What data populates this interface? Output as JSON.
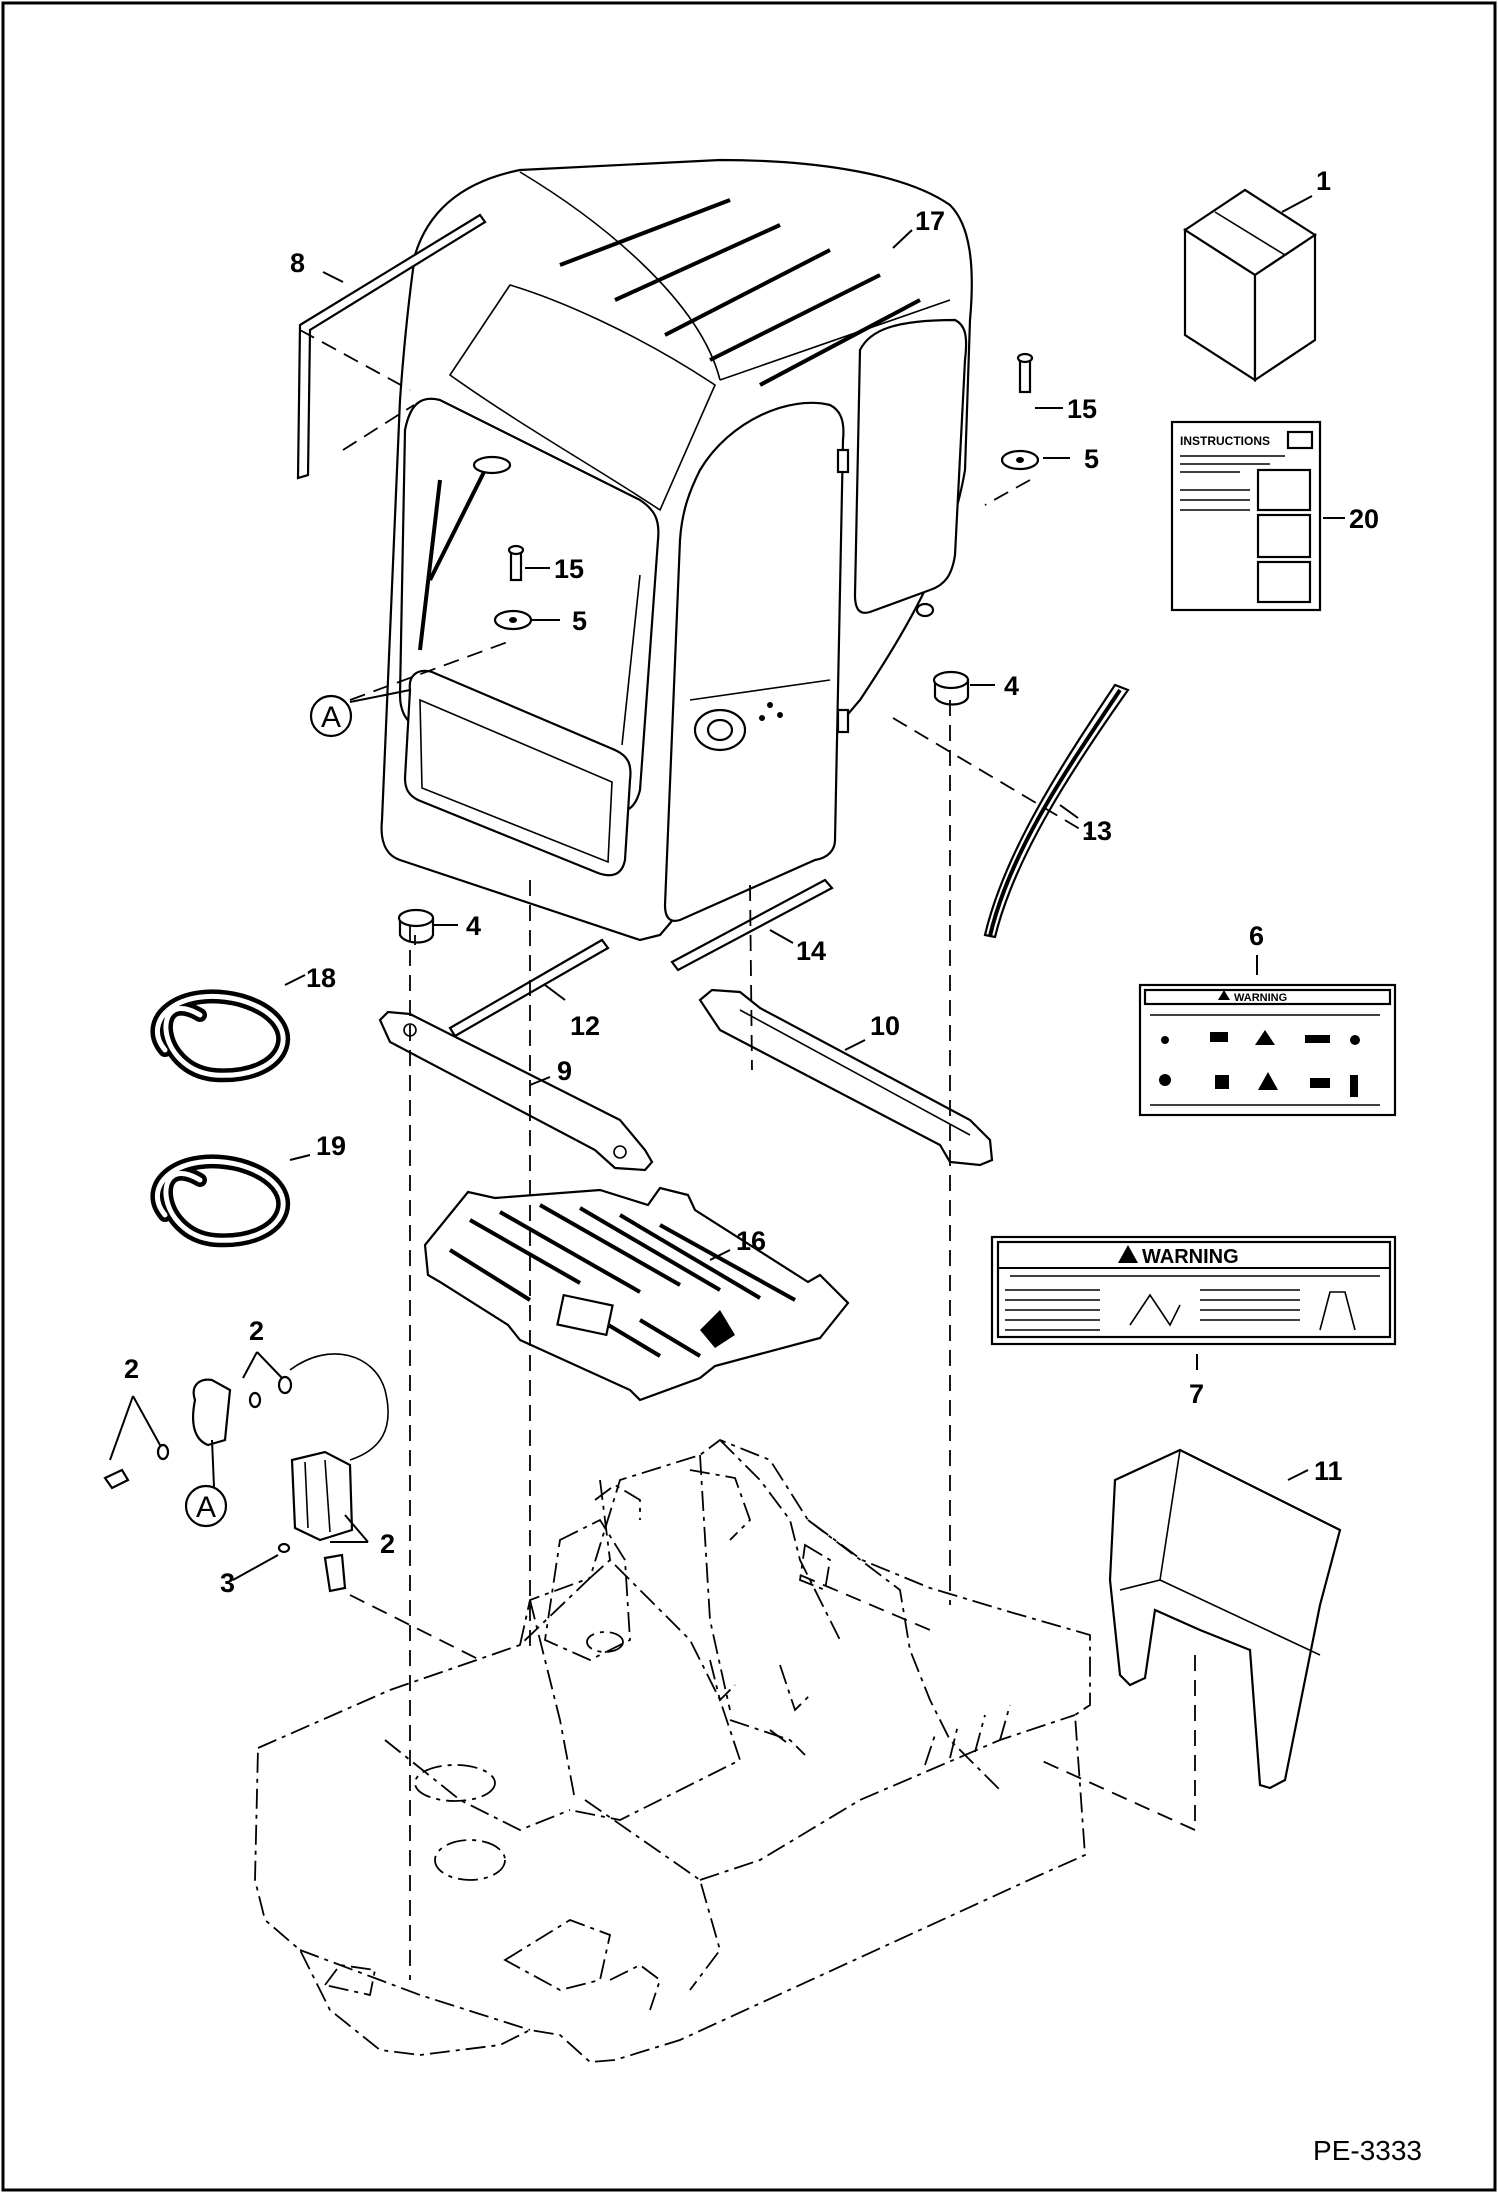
{
  "figure_id": "PE-3333",
  "callouts": {
    "c1": "1",
    "c2a": "2",
    "c2b": "2",
    "c2c": "2",
    "c3": "3",
    "c4a": "4",
    "c4b": "4",
    "c5a": "5",
    "c5b": "5",
    "c6": "6",
    "c7": "7",
    "c8": "8",
    "c9": "9",
    "c10": "10",
    "c11": "11",
    "c12": "12",
    "c13": "13",
    "c14": "14",
    "c15a": "15",
    "c15b": "15",
    "c16": "16",
    "c17": "17",
    "c18": "18",
    "c19": "19",
    "c20": "20"
  },
  "detail_ref": {
    "top": "A",
    "bottom": "A"
  },
  "decals": {
    "instructions_title": "INSTRUCTIONS",
    "warning_small": "WARNING",
    "warning_large": "WARNING"
  },
  "colors": {
    "line": "#000000",
    "background": "#ffffff"
  }
}
